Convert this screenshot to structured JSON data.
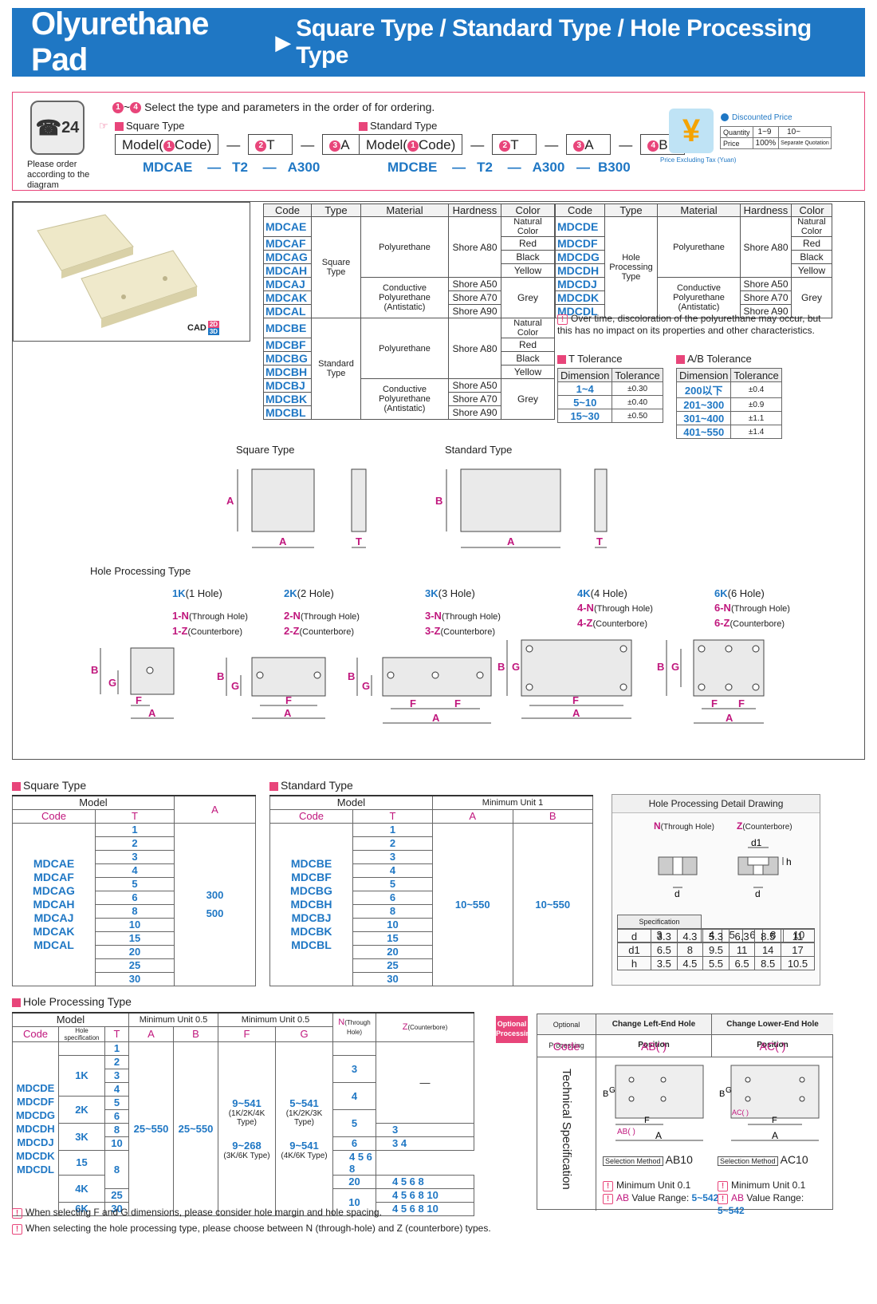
{
  "banner": {
    "title": "Olyurethane Pad",
    "arrow": "▶",
    "subtitle": "Square Type / Standard Type / Hole Processing Type"
  },
  "order": {
    "icon": "24",
    "note": "Please order according to the diagram",
    "instruction": "Select the type and parameters in the order of for ordering.",
    "range_from": "1",
    "range_to": "4",
    "tilde": "~",
    "square": {
      "title": "Square Type",
      "model": "Model(",
      "code": "Code)",
      "t": "T",
      "a": "A",
      "ex_code": "MDCAE",
      "ex_t": "T2",
      "ex_a": "A300"
    },
    "standard": {
      "title": "Standard Type",
      "model": "Model(",
      "code": "Code)",
      "t": "T",
      "a": "A",
      "b": "B",
      "ex_code": "MDCBE",
      "ex_t": "T2",
      "ex_a": "A300",
      "ex_b": "B300"
    },
    "dash": "—",
    "price": {
      "title": "Discounted Price",
      "quantity": "Quantity",
      "q1": "1~9",
      "q2": "10~",
      "price": "Price",
      "p1": "100%",
      "p2": "Separate Quotation",
      "tax": "Price Excluding Tax (Yuan)",
      "yen": "¥"
    }
  },
  "spec_header": {
    "code": "Code",
    "type": "Type",
    "material": "Material",
    "hardness": "Hardness",
    "color": "Color"
  },
  "spec_left": {
    "codes": [
      "MDCAE",
      "MDCAF",
      "MDCAG",
      "MDCAH",
      "MDCAJ",
      "MDCAK",
      "MDCAL",
      "MDCBE",
      "MDCBF",
      "MDCBG",
      "MDCBH",
      "MDCBJ",
      "MDCBK",
      "MDCBL"
    ],
    "type_square": "Square Type",
    "type_standard": "Standard Type",
    "mat_pu": "Polyurethane",
    "mat_cpu": "Conductive Polyurethane",
    "antistatic": "(Antistatic)",
    "shore80": "Shore A80",
    "shore50": "Shore A50",
    "shore70": "Shore A70",
    "shore90": "Shore A90",
    "colors": [
      "Natural Color",
      "Red",
      "Black",
      "Yellow"
    ],
    "grey": "Grey"
  },
  "spec_right": {
    "codes": [
      "MDCDE",
      "MDCDF",
      "MDCDG",
      "MDCDH",
      "MDCDJ",
      "MDCDK",
      "MDCDL"
    ],
    "type1": "Hole Processing",
    "type2": "Type"
  },
  "discolor_note": "Over time, discoloration of the polyurethane may occur, but this has no impact on its properties and other characteristics.",
  "t_tol": {
    "title": "T Tolerance",
    "h1": "Dimension",
    "h2": "Tolerance",
    "rows": [
      [
        "1~4",
        "±0.30"
      ],
      [
        "5~10",
        "±0.40"
      ],
      [
        "15~30",
        "±0.50"
      ]
    ]
  },
  "ab_tol": {
    "title": "A/B Tolerance",
    "h1": "Dimension",
    "h2": "Tolerance",
    "rows": [
      [
        "200以下",
        "±0.4"
      ],
      [
        "201~300",
        "±0.9"
      ],
      [
        "301~400",
        "±1.1"
      ],
      [
        "401~550",
        "±1.4"
      ]
    ]
  },
  "cad": {
    "label": "CAD",
    "d2": "2D",
    "d3": "3D"
  },
  "drawings": {
    "square": "Square Type",
    "standard": "Standard Type",
    "hole": "Hole Processing Type",
    "A": "A",
    "B": "B",
    "T": "T",
    "F": "F",
    "G": "G",
    "h1": {
      "k": "1K",
      "kd": "(1 Hole)",
      "n": "1-N",
      "nd": "(Through Hole)",
      "z": "1-Z",
      "zd": "(Counterbore)"
    },
    "h2": {
      "k": "2K",
      "kd": "(2 Hole)",
      "n": "2-N",
      "nd": "(Through Hole)",
      "z": "2-Z",
      "zd": "(Counterbore)"
    },
    "h3": {
      "k": "3K",
      "kd": "(3 Hole)",
      "n": "3-N",
      "nd": "(Through Hole)",
      "z": "3-Z",
      "zd": "(Counterbore)"
    },
    "h4": {
      "k": "4K",
      "kd": "(4 Hole)",
      "n": "4-N",
      "nd": "(Through Hole)",
      "z": "4-Z",
      "zd": "(Counterbore)"
    },
    "h6": {
      "k": "6K",
      "kd": "(6 Hole)",
      "n": "6-N",
      "nd": "(Through Hole)",
      "z": "6-Z",
      "zd": "(Counterbore)"
    }
  },
  "sq_table": {
    "title": "Square Type",
    "model": "Model",
    "code": "Code",
    "t": "T",
    "a": "A",
    "codes": "MDCAE MDCAF MDCAG MDCAH MDCAJ MDCAK MDCAL",
    "tvals": [
      "1",
      "2",
      "3",
      "4",
      "5",
      "6",
      "8",
      "10",
      "15",
      "20",
      "25",
      "30"
    ],
    "a1": "300",
    "a2": "500"
  },
  "st_table": {
    "title": "Standard Type",
    "model": "Model",
    "min": "Minimum Unit 1",
    "code": "Code",
    "t": "T",
    "a": "A",
    "b": "B",
    "codes": "MDCBE MDCBF MDCBG MDCBH MDCBJ MDCBK MDCBL",
    "tvals": [
      "1",
      "2",
      "3",
      "4",
      "5",
      "6",
      "8",
      "10",
      "15",
      "20",
      "25",
      "30"
    ],
    "av": "10~550",
    "bv": "10~550"
  },
  "detail": {
    "title": "Hole Processing Detail Drawing",
    "n": "N",
    "nd": "(Through Hole)",
    "z": "Z",
    "zd": "(Counterbore)",
    "d": "d",
    "d1": "d1",
    "h": "h",
    "spec": "Specification",
    "cols": [
      "3",
      "4",
      "5",
      "6",
      "8",
      "10"
    ],
    "drow": [
      "3.3",
      "4.3",
      "5.3",
      "6.3",
      "8.5",
      "11"
    ],
    "d1row": [
      "6.5",
      "8",
      "9.5",
      "11",
      "14",
      "17"
    ],
    "hrow": [
      "3.5",
      "4.5",
      "5.5",
      "6.5",
      "8.5",
      "10.5"
    ]
  },
  "hole_table": {
    "title": "Hole Processing Type",
    "model": "Model",
    "min05a": "Minimum Unit 0.5",
    "min05b": "Minimum Unit 0.5",
    "n": "N",
    "nd": "(Through Hole)",
    "z": "Z",
    "zd": "(Counterbore)",
    "code": "Code",
    "holespec": "Hole specification",
    "t": "T",
    "a": "A",
    "b": "B",
    "f": "F",
    "g": "G",
    "codes": "MDCDE MDCDF MDCDG MDCDH MDCDJ MDCDK MDCDL",
    "ks": [
      "1K",
      "2K",
      "3K",
      "4K",
      "6K"
    ],
    "tvals": [
      "1",
      "2",
      "3",
      "4",
      "5",
      "6",
      "8",
      "10",
      "15",
      "20",
      "25",
      "30"
    ],
    "av": "25~550",
    "bv": "25~550",
    "f1": "9~541",
    "f1d": "(1K/2K/4K Type)",
    "f2": "9~268",
    "f2d": "(3K/6K Type)",
    "g1": "5~541",
    "g1d": "(1K/2K/3K Type)",
    "g2": "9~541",
    "g2d": "(4K/6K Type)",
    "nvals": [
      "3",
      "4",
      "5",
      "6",
      "8",
      "10"
    ],
    "zvals": [
      "—",
      "3",
      "3 4",
      "4 5 6 8",
      "4 5 6 8",
      "4 5 6 8 10",
      "4 5 6 8 10"
    ]
  },
  "optional": {
    "badge1": "Optional",
    "badge2": "Processing",
    "col0": "Optional Processing",
    "col1": "Change Left-End Hole Position",
    "col2": "Change Lower-End Hole Position",
    "code": "Code",
    "c1": "AB( )",
    "c2": "AC( )",
    "tech": "Technical Specification",
    "sel": "Selection Method",
    "s1": "AB10",
    "s2": "AC10",
    "min": "Minimum Unit 0.1",
    "vr1": "AB",
    "vr2": "AB",
    "vrtext": "Value Range:",
    "vr": "5~542",
    "lab_ab": "AB( )",
    "lab_ac": "AC( )",
    "A": "A",
    "B": "B",
    "F": "F",
    "G": "G"
  },
  "notes": [
    "When selecting F and G dimensions, please consider hole margin and hole spacing.",
    "When selecting the hole processing type, please choose between N (through-hole) and Z (counterbore) types."
  ]
}
